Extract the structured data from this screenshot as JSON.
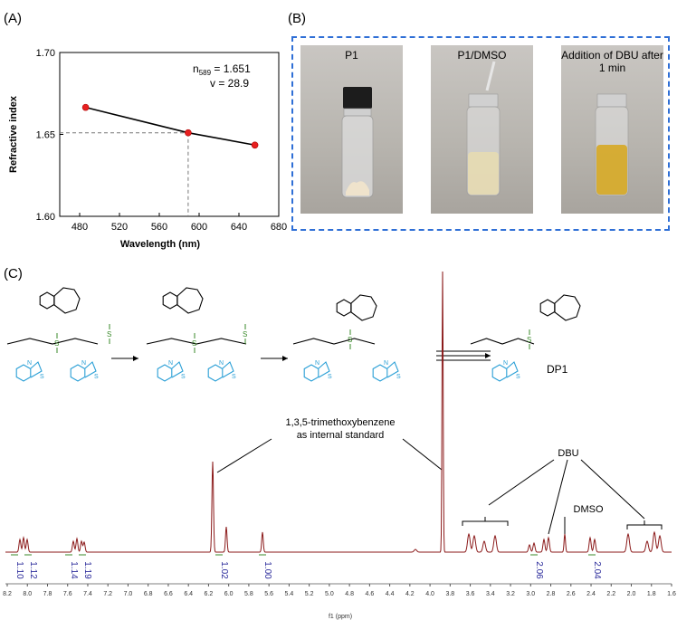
{
  "panels": {
    "a": "(A)",
    "b": "(B)",
    "c": "(C)"
  },
  "chart_data": {
    "type": "scatter",
    "title": "",
    "xlabel": "Wavelength (nm)",
    "ylabel": "Refractive index",
    "xlim": [
      460,
      680
    ],
    "ylim": [
      1.6,
      1.7
    ],
    "x_ticks": [
      "480",
      "520",
      "560",
      "600",
      "640",
      "680"
    ],
    "y_ticks": [
      "1.60",
      "1.65",
      "1.70"
    ],
    "series": [
      {
        "x": [
          486,
          589,
          656
        ],
        "y": [
          1.6665,
          1.651,
          1.6435
        ]
      }
    ],
    "reference": {
      "x": 589,
      "y": 1.651
    },
    "annotation": {
      "n_main": "n",
      "n_sub": "589",
      "n_value": " = 1.651",
      "v_text": "v = 28.9"
    }
  },
  "photos": [
    {
      "label": "P1",
      "liquid": "none"
    },
    {
      "label": "P1/DMSO",
      "liquid": "#e8dcb0"
    },
    {
      "label": "Addition of DBU after 1 min",
      "liquid": "#d6a823"
    }
  ],
  "scheme": {
    "product_label": "DP1",
    "colors": {
      "ring": "#2a9fd6",
      "sulfone": "#3a8a2a",
      "bond": "#000000"
    }
  },
  "nmr": {
    "standard_label_1": "1,3,5-trimethoxybenzene",
    "standard_label_2": "as internal standard",
    "dbu_label": "DBU",
    "dmso_label": "DMSO",
    "integrals": [
      "1.10",
      "1.12",
      "1.14",
      "1.19",
      "1.02",
      "1.00",
      "2.06",
      "2.04"
    ],
    "axis_ticks": [
      "8.2",
      "8.0",
      "7.8",
      "7.6",
      "7.4",
      "7.2",
      "7.0",
      "6.8",
      "6.6",
      "6.4",
      "6.2",
      "6.0",
      "5.8",
      "5.6",
      "5.4",
      "5.2",
      "5.0",
      "4.8",
      "4.6",
      "4.4",
      "4.2",
      "4.0",
      "3.8",
      "3.6",
      "3.4",
      "3.2",
      "3.0",
      "2.8",
      "2.6",
      "2.4",
      "2.2",
      "2.0",
      "1.8",
      "1.6"
    ],
    "axis_label": "f1 (ppm)",
    "color": "#8b1a1a"
  }
}
